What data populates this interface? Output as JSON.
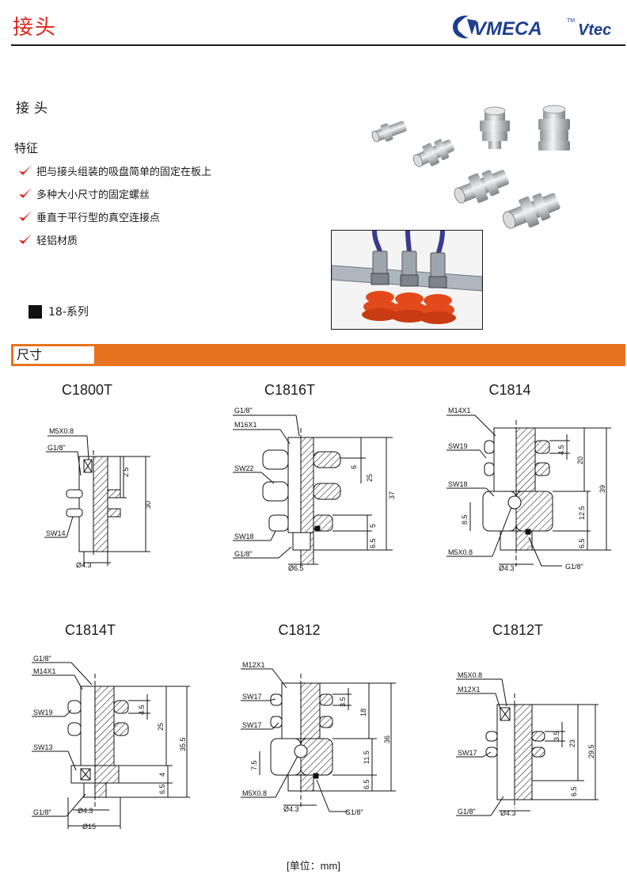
{
  "header": {
    "title": "接头",
    "logo_main": "VMECA",
    "logo_tm": "TM",
    "logo_second": "Vtec"
  },
  "intro": {
    "heading": "接头",
    "features_title": "特征",
    "features": [
      "把与接头组装的吸盘简单的固定在板上",
      "多种大小尺寸的固定螺丝",
      "垂直于平行型的真空连接点",
      "轻铝材质"
    ],
    "series": "18-系列"
  },
  "colors": {
    "accent_red": "#d9261c",
    "band_orange": "#e8731e",
    "logo_blue": "#1e3f8f",
    "hose_blue": "#3b3a8f",
    "cup_orange": "#e24a1c"
  },
  "section": {
    "label": "尺寸"
  },
  "drawings": {
    "c1800t": {
      "model": "C1800T",
      "callouts": [
        "M5X0.8",
        "G1/8\"",
        "SW14"
      ],
      "dims": [
        "2.5",
        "30"
      ],
      "bottom": "Ø4.3"
    },
    "c1816t": {
      "model": "C1816T",
      "callouts": [
        "G1/8\"",
        "M16X1",
        "SW22",
        "SW18",
        "G1/8\""
      ],
      "dims": [
        "6",
        "25",
        "37",
        "5",
        "6.5"
      ],
      "bottom": "Ø6.5"
    },
    "c1814": {
      "model": "C1814",
      "callouts": [
        "M14X1",
        "SW19",
        "SW18",
        "M5X0.8",
        "G1/8\""
      ],
      "dims": [
        "4.5",
        "20",
        "39",
        "12.5",
        "8.5",
        "6.5"
      ],
      "bottom": "Ø4.3"
    },
    "c1814t": {
      "model": "C1814T",
      "callouts": [
        "G1/8\"",
        "M14X1",
        "SW19",
        "SW13",
        "G1/8\""
      ],
      "dims": [
        "4.5",
        "25",
        "35.5",
        "4",
        "6.5"
      ],
      "bottom": "Ø4.3",
      "bottom2": "Ø15"
    },
    "c1812": {
      "model": "C1812",
      "callouts": [
        "M12X1",
        "SW17",
        "SW17",
        "M5X0.8",
        "G1/8\""
      ],
      "dims": [
        "3.5",
        "18",
        "36",
        "11.5",
        "7.5",
        "6.5"
      ],
      "bottom": "Ø4.3"
    },
    "c1812t": {
      "model": "C1812T",
      "callouts": [
        "M5X0.8",
        "M12X1",
        "SW17",
        "G1/8\""
      ],
      "dims": [
        "3.5",
        "23",
        "29.5",
        "6.5"
      ],
      "bottom": "Ø4.3"
    }
  },
  "footer": {
    "unit": "[单位：mm]"
  }
}
